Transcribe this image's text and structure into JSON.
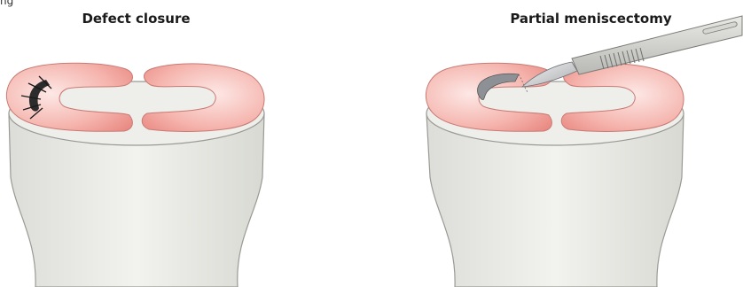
{
  "edge_label": "ng",
  "panels": [
    {
      "title": "Defect closure"
    },
    {
      "title": "Partial meniscectomy"
    }
  ]
}
